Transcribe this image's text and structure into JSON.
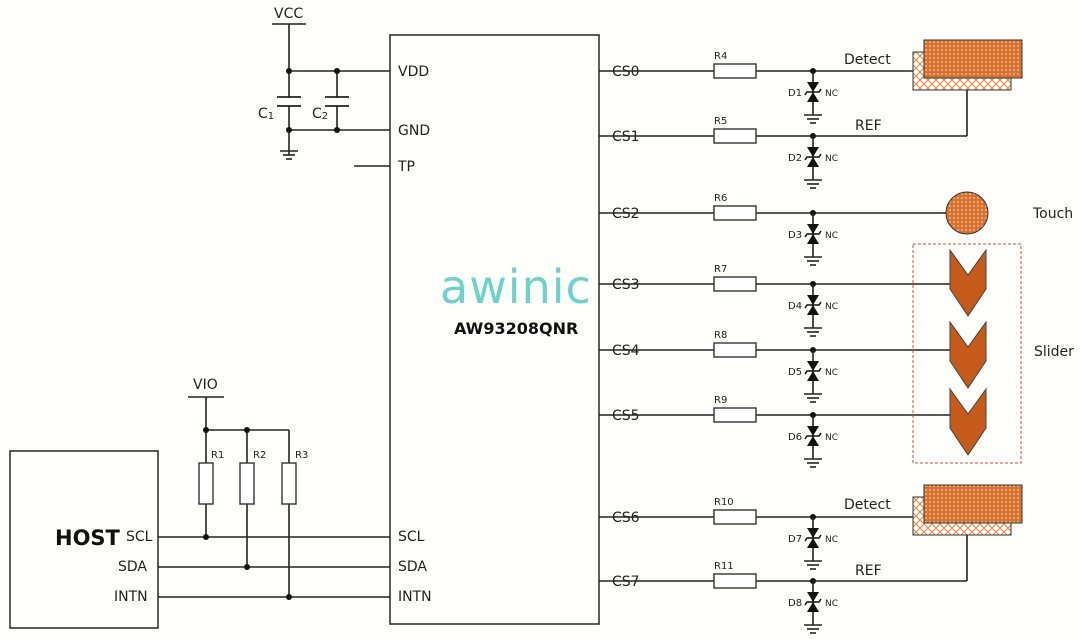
{
  "power": {
    "vcc": "VCC",
    "vio": "VIO"
  },
  "capacitors": [
    {
      "name": "C",
      "sub": "1"
    },
    {
      "name": "C",
      "sub": "2"
    }
  ],
  "chip": {
    "brand": "awinic",
    "part": "AW93208QNR",
    "left_pins": [
      "VDD",
      "GND",
      "TP",
      "SCL",
      "SDA",
      "INTN"
    ],
    "right_pins": [
      "CS0",
      "CS1",
      "CS2",
      "CS3",
      "CS4",
      "CS5",
      "CS6",
      "CS7"
    ]
  },
  "host": {
    "label": "HOST",
    "pins": [
      "SCL",
      "SDA",
      "INTN"
    ]
  },
  "pullups": [
    "R1",
    "R2",
    "R3"
  ],
  "channels": [
    {
      "resistor": "R4",
      "diode": "D1",
      "nc": "NC"
    },
    {
      "resistor": "R5",
      "diode": "D2",
      "nc": "NC"
    },
    {
      "resistor": "R6",
      "diode": "D3",
      "nc": "NC"
    },
    {
      "resistor": "R7",
      "diode": "D4",
      "nc": "NC"
    },
    {
      "resistor": "R8",
      "diode": "D5",
      "nc": "NC"
    },
    {
      "resistor": "R9",
      "diode": "D6",
      "nc": "NC"
    },
    {
      "resistor": "R10",
      "diode": "D7",
      "nc": "NC"
    },
    {
      "resistor": "R11",
      "diode": "D8",
      "nc": "NC"
    }
  ],
  "electrodes": {
    "detect_label": "Detect",
    "ref_label": "REF",
    "touch_label": "Touch",
    "slider_label": "Slider"
  },
  "colors": {
    "electrode": "#c55a1a",
    "logo": "#6dd3c9",
    "slider_box": "#e0463f"
  }
}
